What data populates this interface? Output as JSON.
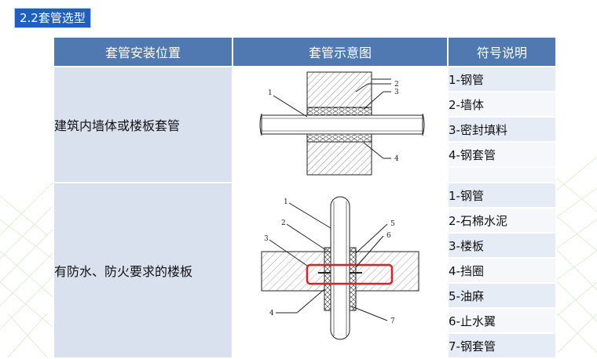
{
  "title": "2.2套管选型",
  "table": {
    "headers": [
      "套管安装位置",
      "套管示意图",
      "符号说明"
    ],
    "rows": [
      {
        "location": "建筑内墙体或楼板套管",
        "figure_labels": [
          "1",
          "2",
          "3",
          "4"
        ],
        "symbols": [
          "1-钢管",
          "2-墙体",
          "3-密封填料",
          "4-钢套管"
        ]
      },
      {
        "location": "有防水、防火要求的楼板",
        "figure_labels": [
          "1",
          "2",
          "3",
          "4",
          "5",
          "6",
          "7"
        ],
        "symbols": [
          "1-钢管",
          "2-石棉水泥",
          "3-楼板",
          "4-挡圈",
          "5-油麻",
          "6-止水翼",
          "7-钢套管"
        ]
      }
    ]
  },
  "colors": {
    "header": "#4f79b0",
    "title_bg": "#1f5fbf",
    "highlight": "#e02020"
  }
}
